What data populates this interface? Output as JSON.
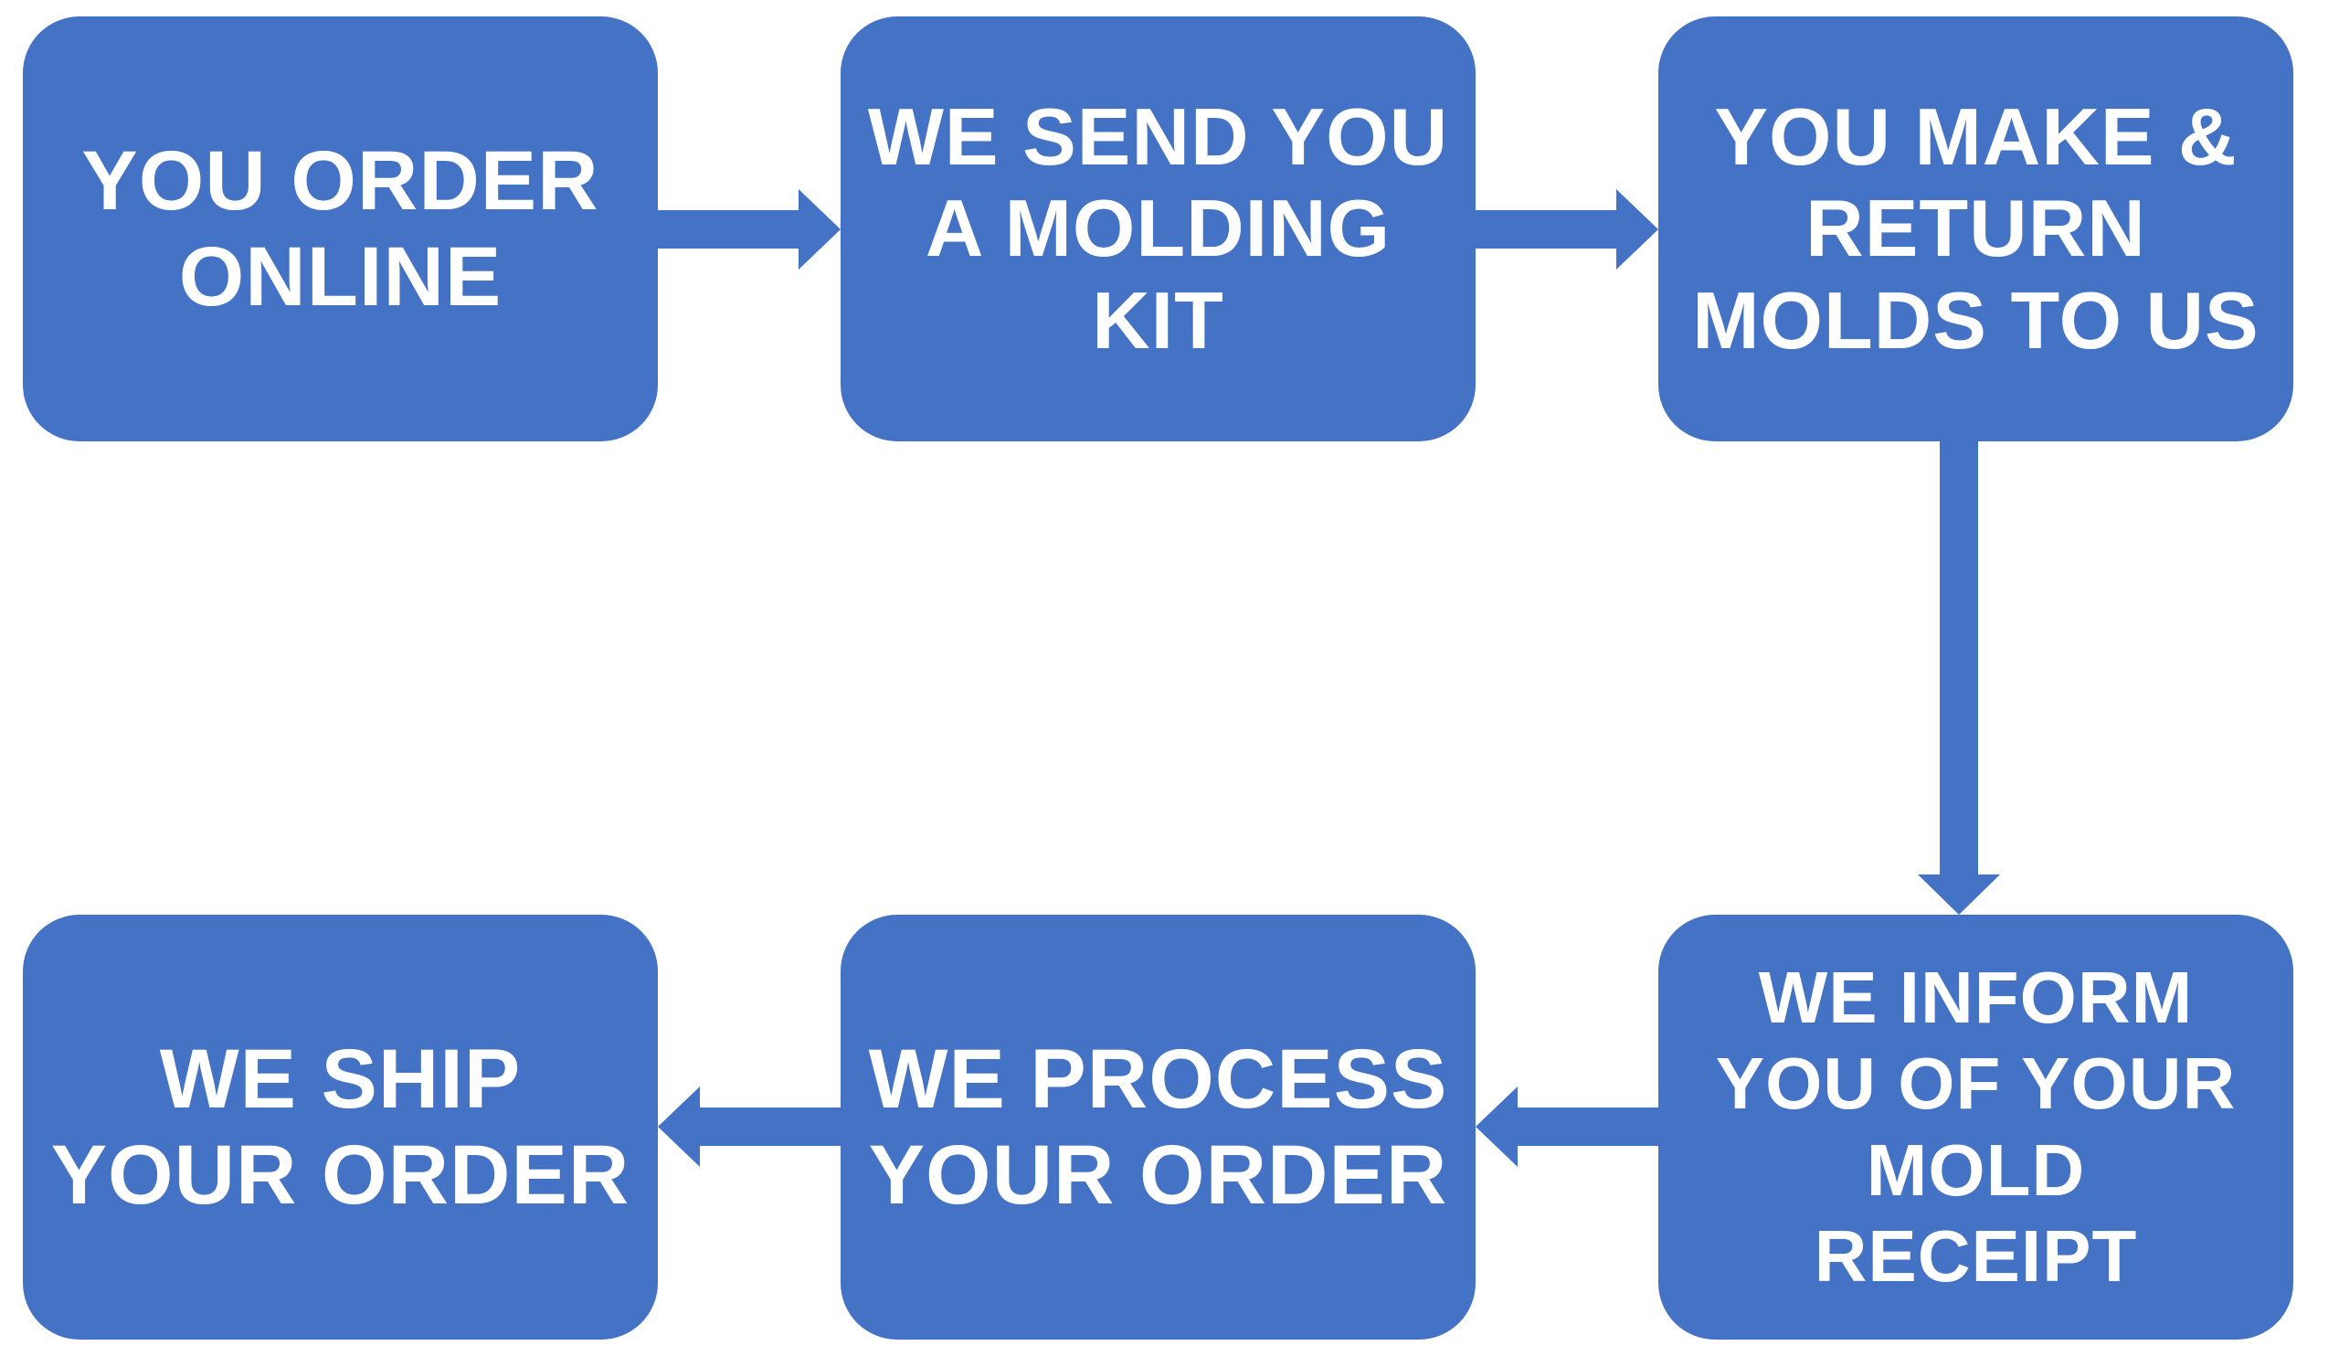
{
  "diagram": {
    "accent_color": "#4472C4",
    "text_color": "#FFFFFF",
    "background_color": "#FFFFFF",
    "steps": [
      {
        "id": "order-online",
        "lines": [
          "YOU ORDER",
          "ONLINE"
        ]
      },
      {
        "id": "send-molding-kit",
        "lines": [
          "WE SEND YOU",
          "A MOLDING",
          "KIT"
        ]
      },
      {
        "id": "make-return-molds",
        "lines": [
          "YOU MAKE &",
          "RETURN",
          "MOLDS TO US"
        ]
      },
      {
        "id": "inform-mold-receipt",
        "lines": [
          "WE INFORM",
          "YOU OF YOUR",
          "MOLD",
          "RECEIPT"
        ]
      },
      {
        "id": "process-order",
        "lines": [
          "WE PROCESS",
          "YOUR ORDER"
        ]
      },
      {
        "id": "ship-order",
        "lines": [
          "WE SHIP",
          "YOUR ORDER"
        ]
      }
    ]
  }
}
